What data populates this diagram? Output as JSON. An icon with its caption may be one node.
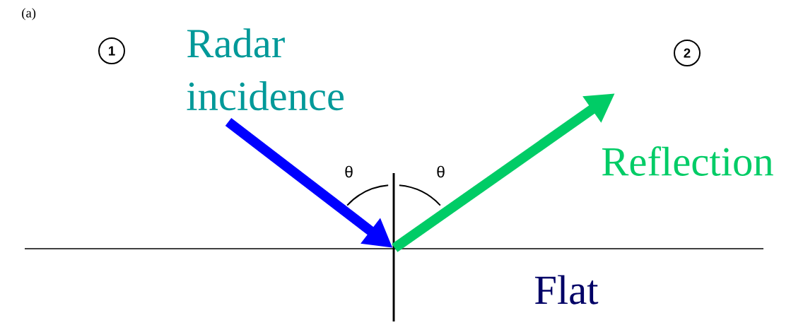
{
  "diagram": {
    "nodes": [
      {
        "text": [
          "1"
        ]
      },
      {
        "text": [
          "2"
        ]
      },
      {
        "text": [
          "Radar incidence"
        ]
      },
      {
        "text": [],
        "shape": "point"
      }
    ],
    "edges": [
      {
        "from": 2,
        "to": 3,
        "arrow": "to",
        "color": "#0000ff"
      },
      {
        "from": 3,
        "to": null,
        "arrow": "to",
        "label": "Reflection",
        "color": "#00cc66"
      }
    ],
    "labels": [
      "(a)",
      "θ",
      "θ",
      "Flat"
    ]
  }
}
